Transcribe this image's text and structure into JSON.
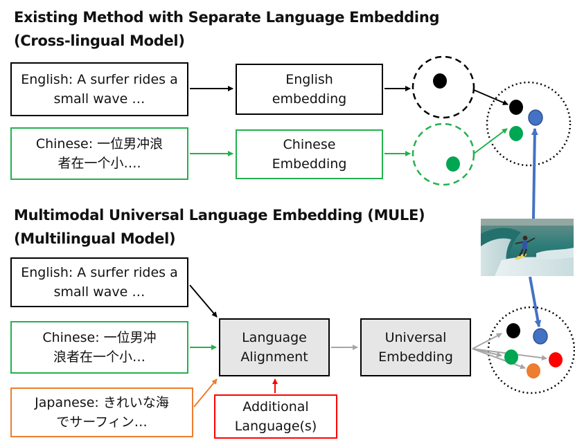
{
  "top_section": {
    "title_line1": "Existing Method with Separate Language Embedding",
    "title_line2": "(Cross-lingual Model)",
    "english_input": {
      "line1": "English: A surfer rides a",
      "line2": "small wave …"
    },
    "chinese_input": {
      "line1": "Chinese: 一位男冲浪",
      "line2": "者在一个小…."
    },
    "english_embedding": {
      "line1": "English",
      "line2": "embedding"
    },
    "chinese_embedding": {
      "line1": "Chinese",
      "line2": "Embedding"
    }
  },
  "bottom_section": {
    "title_line1": "Multimodal Universal Language Embedding (MULE)",
    "title_line2": "(Multilingual Model)",
    "english_input": {
      "line1": "English: A surfer rides a",
      "line2": "small wave …"
    },
    "chinese_input": {
      "line1": "Chinese: 一位男冲",
      "line2": "浪者在一个小…"
    },
    "japanese_input": {
      "line1": "Japanese: きれいな海",
      "line2": "でサーフィン…"
    },
    "language_alignment": {
      "line1": "Language",
      "line2": "Alignment"
    },
    "universal_embedding": {
      "line1": "Universal",
      "line2": "Embedding"
    },
    "additional_languages": {
      "line1": "Additional",
      "line2": "Language(s)"
    }
  },
  "colors": {
    "english": "#000000",
    "chinese": "#22b14c",
    "japanese": "#ed7d31",
    "additional": "#ff0000",
    "image": "#4472c4",
    "flow": "#a6a6a6",
    "module_fill": "#e6e6e6"
  },
  "image": {
    "subject": "surfer riding a small wave"
  }
}
